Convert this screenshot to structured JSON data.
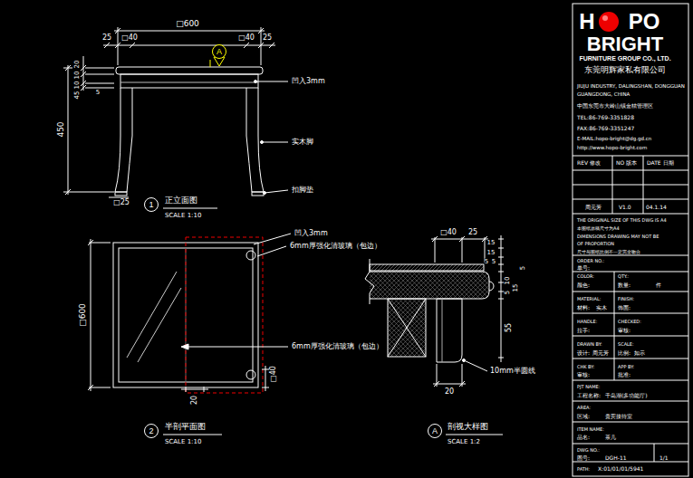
{
  "diagram": {
    "nodes": [
      {
        "text": [
          "A"
        ]
      },
      {
        "text": [
          "1"
        ]
      },
      {
        "text": [
          "2"
        ]
      },
      {
        "text": [
          "A"
        ]
      }
    ],
    "labels": [
      "□600",
      "25",
      "□40",
      "□40",
      "25",
      "20",
      "10",
      "10",
      "45",
      "5",
      "450",
      "□25",
      "凹入3mm",
      "实木脚",
      "扣脚垫",
      "正立面图",
      "SCALE 1:10",
      "凹入3mm",
      "6mm厚强化清玻璃（包边）",
      "6mm厚强化清玻璃（包边）",
      "□600",
      "□40",
      "20",
      "半剖平面图",
      "SCALE 1:10",
      "□40",
      "25",
      "15",
      "15",
      "5",
      "5",
      "5",
      "10",
      "5",
      "15",
      "55",
      "20",
      "10mm半圆线",
      "剖视大样图",
      "SCALE 1:2",
      "H",
      "PO",
      "BRIGHT",
      "FURNITURE GROUP CO., LTD.",
      "东莞明辉家私有限公司",
      "JIUJU INDUSTRY, DALINGSHAN, DONGGUAN",
      "GUANGDONG, CHINA",
      "中国东莞市大岭山镇金桔管理区",
      "TEL:86-769-3351828",
      "FAX:86-769-3351247",
      "E-MAIL:hopo-bright@dg.gd.cn",
      "http://www.hopo-bright.com",
      "REV 修改",
      "NO 版本",
      "DATE 日期",
      "周元芳",
      "V1.0",
      "04.1.14",
      "THE ORIGINAL SIZE OF THIS DWG IS A4",
      "本图纸原稿尺寸为A4",
      "DIMENSIONS DRAWING MAY NOT BE",
      "OF PROPORTION",
      "尺寸与图纸比例不一定完全吻合",
      "ORDER NO.:",
      "单号:",
      "COLOR:",
      "QTY.:",
      "颜色:",
      "数量:",
      "件",
      "MATERIAL:",
      "FINISH:",
      "材料:",
      "实木",
      "饰面:",
      "HANDLE:",
      "CHECKED:",
      "拉手:",
      "审核:",
      "DRAWN BY:",
      "SCALE:",
      "设计:",
      "周元芳",
      "比例:",
      "如示",
      "CHK BY:",
      "APP BY:",
      "审核:",
      "批准:",
      "PJT NAME:",
      "工程名称:",
      "千岛湖(多功能厅)",
      "AREA:",
      "区域:",
      "贵宾接待室",
      "ITEM NAME:",
      "品名:",
      "茶几",
      "DWG NO.:",
      "图号:",
      "DGH-11",
      "1/1",
      "PATH:",
      "X:01/01/01/5941"
    ]
  }
}
